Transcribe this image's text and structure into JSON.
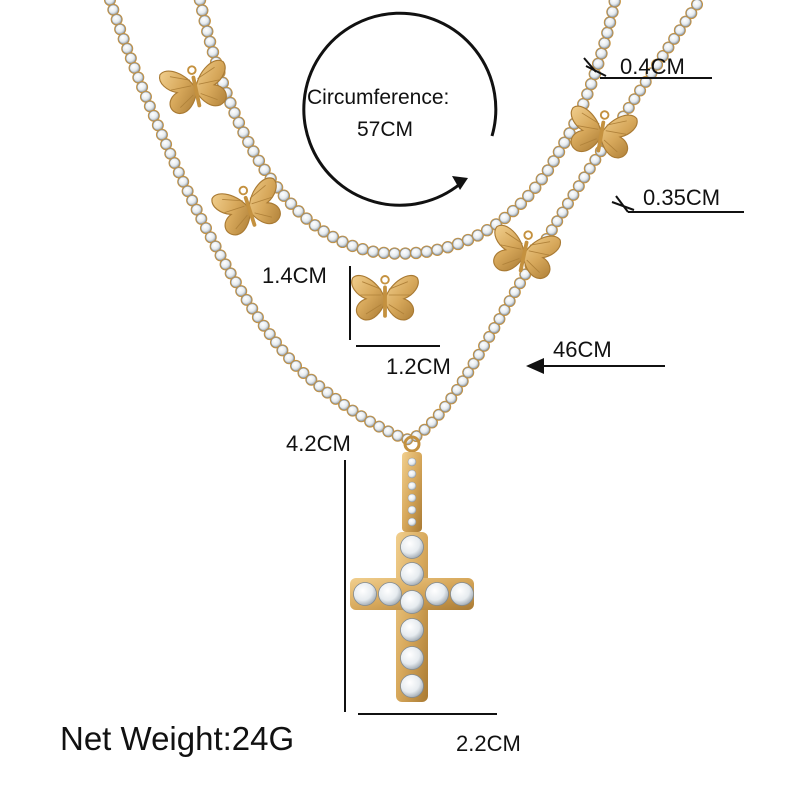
{
  "image": {
    "subject": "gold tennis chain necklaces with butterfly charms and rhinestone cross pendant",
    "colors": {
      "background": "#ffffff",
      "gold": "#d7a85b",
      "gold_dark": "#b0823a",
      "stone": "#eef2f5",
      "stone_edge": "#9aa4ad",
      "ink": "#111111"
    }
  },
  "annotations": {
    "circumference_label": "Circumference:",
    "circumference_value": "57CM",
    "chain_width_top": "0.4CM",
    "chain_width_bottom": "0.35CM",
    "butterfly_height": "1.4CM",
    "butterfly_width": "1.2CM",
    "chain_length": "46CM",
    "cross_height": "4.2CM",
    "cross_width": "2.2CM",
    "net_weight": "Net Weight:24G"
  }
}
